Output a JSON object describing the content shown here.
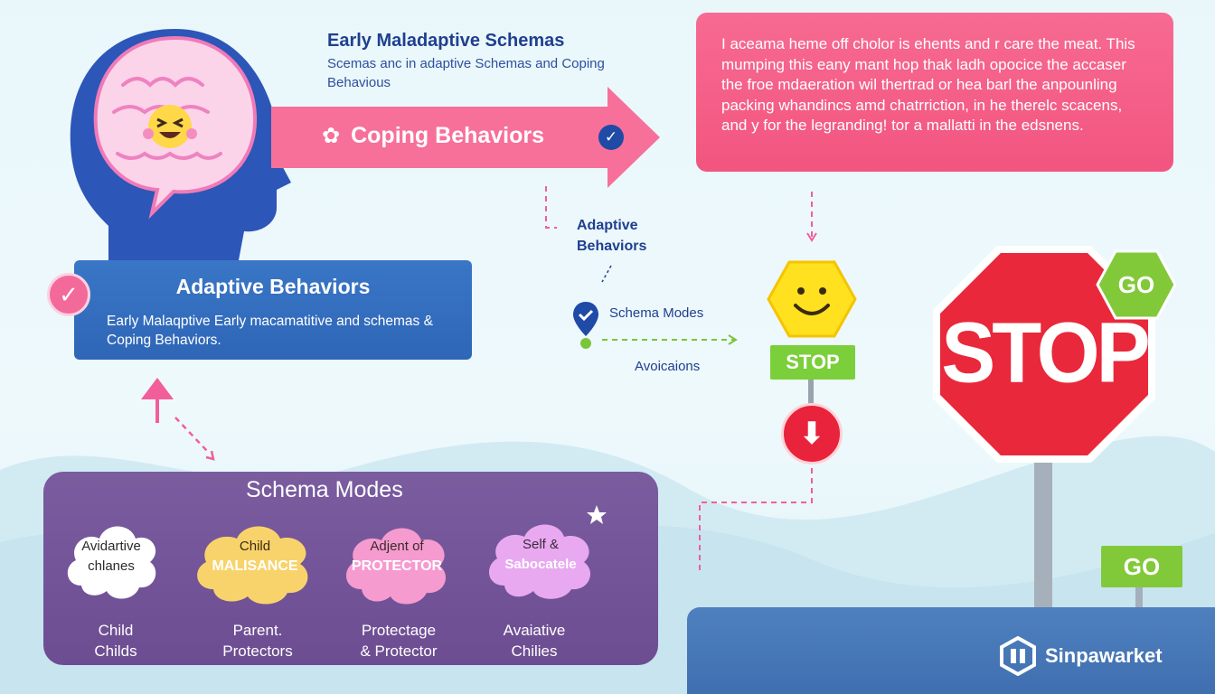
{
  "header": {
    "title": "Early Maladaptive Schemas",
    "subtitle": "Scemas anc in adaptive Schemas and Coping Behavious"
  },
  "arrow": {
    "label": "Coping Behaviors",
    "flower_icon": "flower-icon",
    "check_icon": "check-circle-icon"
  },
  "info_card": {
    "text": "I aceama heme off cholor is ehents and r care the meat. This mumping this eany mant hop thak ladh opocice the accaser the froe mdaeration wil thertrad or hea barl the anpounling packing whandincs amd chatrriction, in he therelc scacens, and y for the legranding! tor a mallatti in the edsnens."
  },
  "adaptive_card": {
    "heading": "Adaptive Behaviors",
    "body": "Early Malaqptive Early macamatitive and schemas & Coping Behaviors.",
    "check_icon": "check-icon"
  },
  "middle": {
    "adaptive_label": "Adaptive Behaviors",
    "schema_modes_label": "Schema Modes",
    "avoidance_label": "Avoicaions",
    "pin_icon": "location-check-icon"
  },
  "schema_modes": {
    "title": "Schema Modes",
    "clouds": [
      {
        "line1": "Avidartive",
        "line2": "chlanes",
        "color": "#ffffff",
        "text_color": "#2b2b2b"
      },
      {
        "line1": "Child",
        "line2": "MALISANCE",
        "color": "#f8d36b",
        "text_color": "#ffffff"
      },
      {
        "line1": "Adjent of",
        "line2": "PROTECTOR",
        "color": "#f59bd0",
        "text_color": "#ffffff"
      },
      {
        "line1": "Self &",
        "line2": "Sabocatele",
        "color": "#e8a9f1",
        "text_color": "#ffffff"
      }
    ],
    "captions": [
      {
        "line1": "Child",
        "line2": "Childs"
      },
      {
        "line1": "Parent.",
        "line2": "Protectors"
      },
      {
        "line1": "Protectage",
        "line2": "& Protector"
      },
      {
        "line1": "Avaiative",
        "line2": "Chilies"
      }
    ]
  },
  "signs": {
    "stop_small": "STOP",
    "stop_big": "STOP",
    "go_top": "GO",
    "go_bottom": "GO",
    "smiley_icon": "smiley-icon",
    "down_arrow_icon": "down-arrow-icon"
  },
  "brand": {
    "name": "Sinpawarket",
    "logo_icon": "brand-logo-icon"
  },
  "colors": {
    "pink": "#f7709a",
    "navy": "#1f3f8f",
    "blue": "#3a76c6",
    "purple": "#735496",
    "stop_red": "#e8233b",
    "go_green": "#82c93a"
  }
}
